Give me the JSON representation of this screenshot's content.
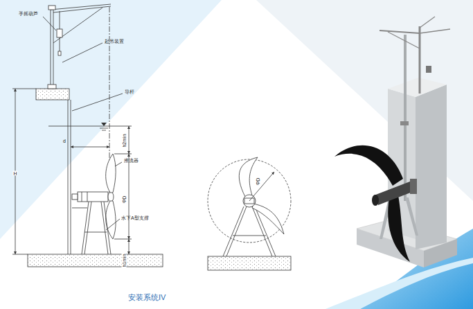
{
  "diagram": {
    "caption": "安装系统IV",
    "labels": [
      "手摇葫芦",
      "起吊装置",
      "导杆",
      "d",
      "h2min",
      "推流器",
      "H",
      "ΦD",
      "水下A型支撑",
      "h1min",
      "ΦD"
    ]
  }
}
